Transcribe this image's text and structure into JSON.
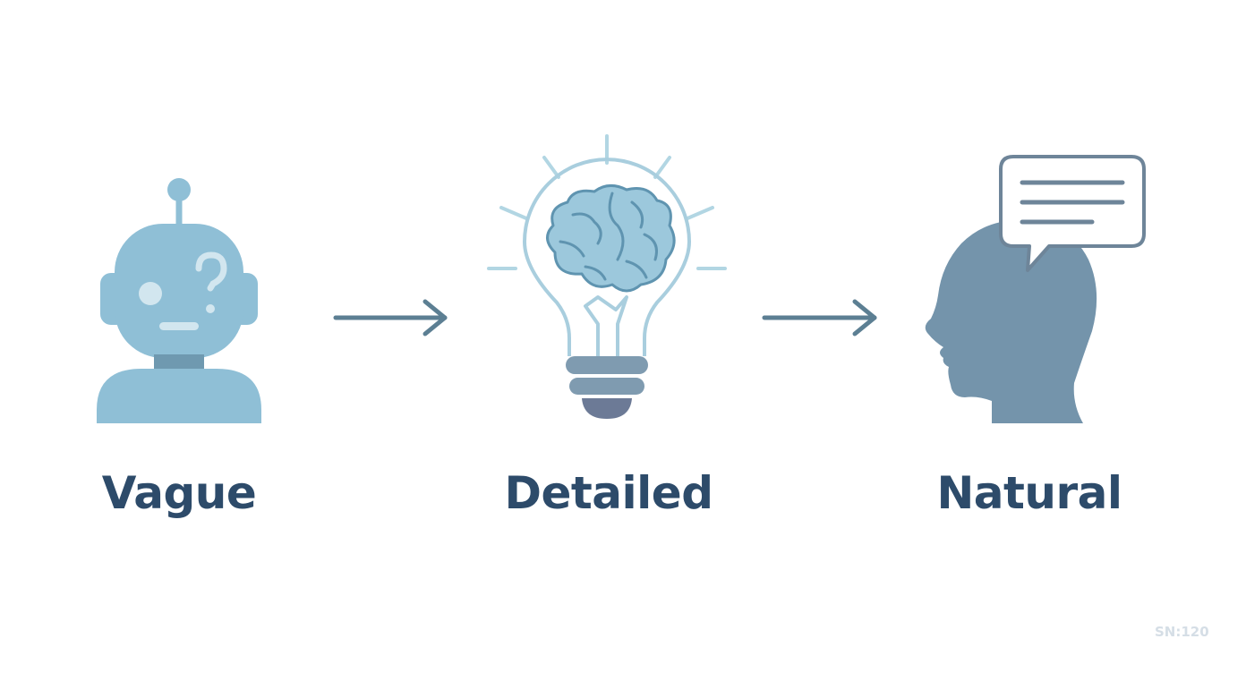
{
  "colors": {
    "background": "#ffffff",
    "robot": "#8fbfd6",
    "robot_neck": "#6f99b0",
    "robot_detail": "#d2e6ef",
    "arrow": "#5c7f93",
    "bulb_outline": "#a9cede",
    "bulb_rays": "#b2d6e3",
    "brain_fill": "#9cc8dc",
    "brain_lines": "#5f94b0",
    "bulb_base": "#7f9bb0",
    "bulb_tip": "#6c7a96",
    "head": "#7494ab",
    "bubble_stroke": "#6e8599",
    "label": "#2d4b6a",
    "watermark": "#d5dee6"
  },
  "stages": [
    {
      "icon": "robot-question-icon",
      "label": "Vague"
    },
    {
      "icon": "lightbulb-brain-icon",
      "label": "Detailed"
    },
    {
      "icon": "head-speech-bubble-icon",
      "label": "Natural"
    }
  ],
  "arrows": [
    {
      "icon": "arrow-right-icon"
    },
    {
      "icon": "arrow-right-icon"
    }
  ],
  "watermark": "SN:120"
}
